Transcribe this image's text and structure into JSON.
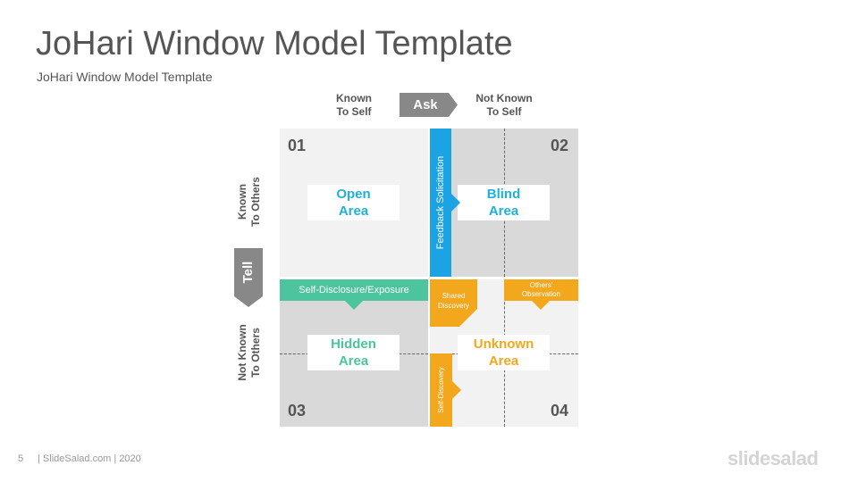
{
  "title": "JoHari Window Model Template",
  "subtitle": "JoHari Window Model Template",
  "top_labels": {
    "known_to_self": [
      "Known",
      "To Self"
    ],
    "ask": "Ask",
    "not_known_to_self": [
      "Not Known",
      "To Self"
    ]
  },
  "side_labels": {
    "known_to_others": [
      "Known",
      "To Others"
    ],
    "tell": "Tell",
    "not_known_to_others": [
      "Not Known",
      "To Others"
    ]
  },
  "quadrants": [
    {
      "number": "01",
      "title": [
        "Open",
        "Area"
      ],
      "color": "#1fb1d8"
    },
    {
      "number": "02",
      "title": [
        "Blind",
        "Area"
      ],
      "color": "#1fb1d8"
    },
    {
      "number": "03",
      "title": [
        "Hidden",
        "Area"
      ],
      "color": "#4cc49e"
    },
    {
      "number": "04",
      "title": [
        "Unknown",
        "Area"
      ],
      "color": "#f3a71d"
    }
  ],
  "connectors": {
    "feedback_solicitation": "Feedback Solicitation",
    "self_disclosure": "Self-Disclosure/Exposure",
    "shared_discovery": [
      "Shared",
      "Discovery"
    ],
    "others_observation": [
      "Others'",
      "Observation"
    ],
    "self_discovery": "Self-Discovery"
  },
  "colors": {
    "blue": "#1ba3e3",
    "green": "#4cc49e",
    "orange": "#f3a71d",
    "gray_arrow": "#888888",
    "light_gray": "#f2f2f2",
    "dark_gray": "#d9d9d9"
  },
  "footer": {
    "page_number": "5",
    "text": "| SlideSalad.com | 2020",
    "logo": "slidesalad"
  }
}
